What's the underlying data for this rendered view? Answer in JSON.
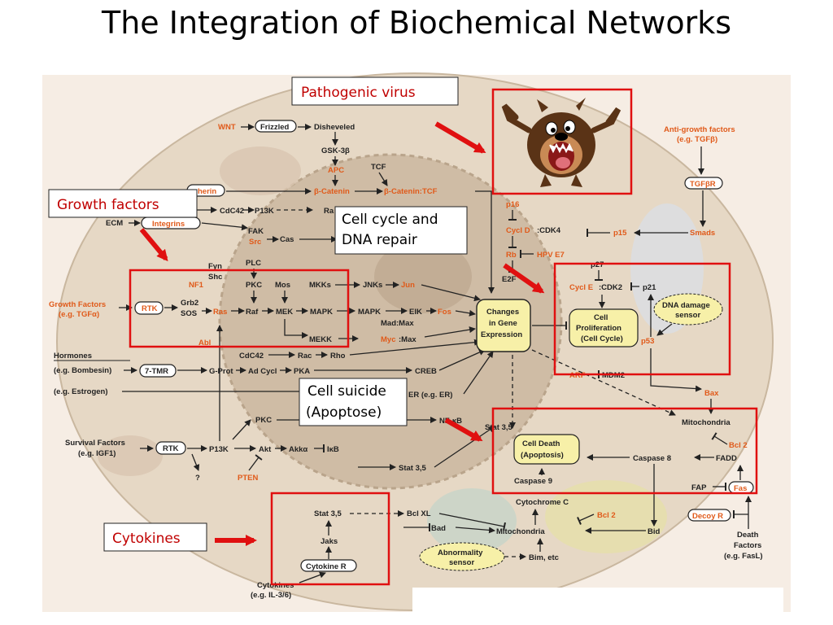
{
  "title": "The Integration of Biochemical Networks",
  "callouts": {
    "pathogenic_virus": "Pathogenic virus",
    "growth_factors": "Growth factors",
    "cell_cycle_line1": "Cell cycle and",
    "cell_cycle_line2": "DNA repair",
    "cell_suicide_line1": "Cell suicide",
    "cell_suicide_line2": "(Apoptose)",
    "cytokines": "Cytokines"
  },
  "inputs": {
    "wnt": "WNT",
    "ecm": "ECM",
    "growth_factors_1": "Growth Factors",
    "growth_factors_2": "(e.g. TGFα)",
    "hormones": "Hormones",
    "bombesin": "(e.g. Bombesin)",
    "estrogen": "(e.g. Estrogen)",
    "survival_1": "Survival Factors",
    "survival_2": "(e.g. IGF1)",
    "cytokines_1": "Cytokines",
    "cytokines_2": "(e.g. IL-3/6)",
    "anti_growth_1": "Anti-growth factors",
    "anti_growth_2": "(e.g. TGFβ)",
    "death_1": "Death",
    "death_2": "Factors",
    "death_3": "(e.g. FasL)"
  },
  "receptors": {
    "frizzled": "Frizzled",
    "cadherin": "herin",
    "integrins": "Integrins",
    "rtk": "RTK",
    "tmr7": "7-TMR",
    "rtk2": "RTK",
    "cytokine_r": "Cytokine R",
    "tgfbr": "TGFβR",
    "decoy_r": "Decoy R"
  },
  "nodes": {
    "disheveled": "Disheveled",
    "gsk3b": "GSK-3β",
    "apc": "APC",
    "tcf": "TCF",
    "bcatenin": "β-Catenin",
    "bcatenin_tcf": "β-Catenin:TCF",
    "cdc42": "CdC42",
    "p13k": "P13K",
    "fak": "FAK",
    "src": "Src",
    "cas": "Cas",
    "ra": "Ra",
    "fyn": "Fyn",
    "shc": "Shc",
    "nf1": "NF1",
    "plc": "PLC",
    "grb2": "Grb2",
    "sos": "SOS",
    "ras": "Ras",
    "abl": "Abl",
    "pkc": "PKC",
    "mos": "Mos",
    "mkks": "MKKs",
    "raf": "Raf",
    "mek": "MEK",
    "mapk": "MAPK",
    "mekk": "MEKK",
    "jnks": "JNKs",
    "jun": "Jun",
    "mapk2": "MAPK",
    "elk": "ElK",
    "fos": "Fos",
    "madmax": "Mad:Max",
    "mycmax_myc": "Myc",
    "mycmax_max": ":Max",
    "cdc42b": "CdC42",
    "rac": "Rac",
    "rho": "Rho",
    "gprot": "G-Prot",
    "adcycl": "Ad Cycl",
    "pka": "PKA",
    "creb": "CREB",
    "er": "ER (e.g. ER)",
    "pkc2": "PKC",
    "nfkb": "NF-κB",
    "p13k2": "P13K",
    "akt": "Akt",
    "akka": "Akkα",
    "ikb": "IκB",
    "q": "?",
    "pten": "PTEN",
    "stat35a": "Stat 3,5",
    "stat35b": "Stat 3,5",
    "stat35c": "Stat 3,5",
    "jaks": "Jaks",
    "bclxl": "Bcl XL",
    "bad": "Bad",
    "mitochondria_low": "Mitochondria",
    "cytochrome_c": "Cytochrome C",
    "bcl2a": "Bcl 2",
    "bid": "Bid",
    "bim": "Bim, etc",
    "abnormality_1": "Abnormality",
    "abnormality_2": "sensor",
    "p16": "p16",
    "cycld": "Cycl D",
    "cdk4": ":CDK4",
    "p15": "p15",
    "rb": "Rb",
    "hpv": "HPV E7",
    "e2f": "E2F",
    "p27": "p27",
    "cycle": "Cycl E",
    "cdk2": ":CDK2",
    "p21": "p21",
    "smads": "Smads",
    "dna_damage_1": "DNA damage",
    "dna_damage_2": "sensor",
    "p53": "p53",
    "arf": "ARF",
    "mdm2": "MDM2",
    "bax": "Bax",
    "mitochondria_r": "Mitochondria",
    "bcl2b": "Bcl 2",
    "fadd": "FADD",
    "caspase8": "Caspase 8",
    "caspase9": "Caspase 9",
    "fap": "FAP",
    "fas": "Fas",
    "changes_1": "Changes",
    "changes_2": "in Gene",
    "changes_3": "Expression",
    "prolif_1": "Cell",
    "prolif_2": "Proliferation",
    "prolif_3": "(Cell Cycle)",
    "death_box_1": "Cell Death",
    "death_box_2": "(Apoptosis)"
  },
  "colors": {
    "highlight_red": "#e01010",
    "callout_text": "#c00000",
    "pathway_orange": "#e05a1a",
    "cytoplasm": "#e6d8c5",
    "nucleus": "#cfbca5",
    "outer_bg": "#f6ede4",
    "gene_box": "#f7f0a8"
  },
  "icons": [
    "tasmanian-devil-icon",
    "red-arrow-icon"
  ]
}
